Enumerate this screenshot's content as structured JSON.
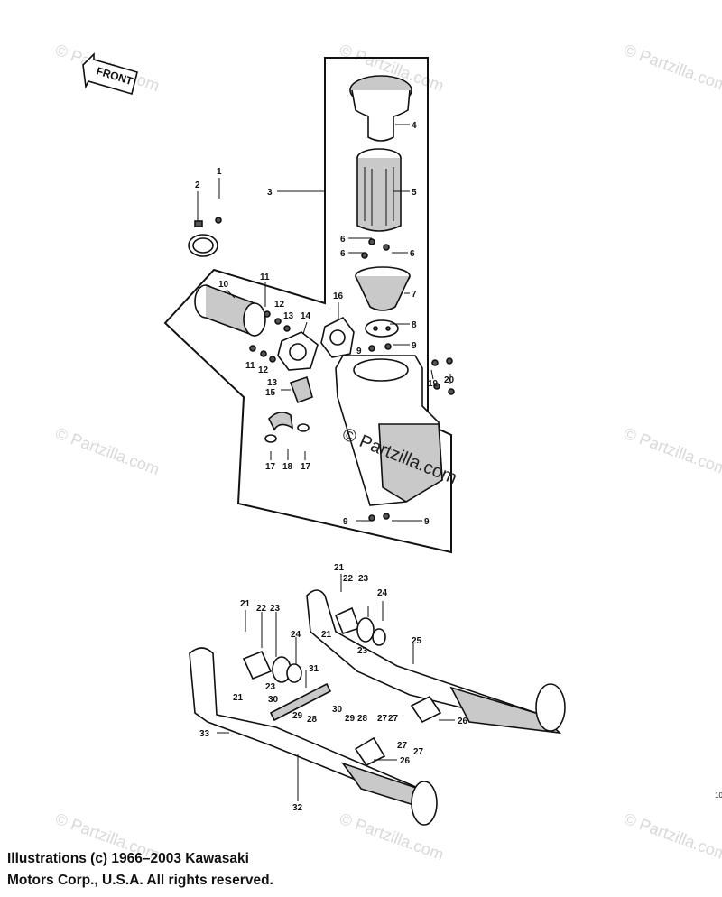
{
  "front_badge": "FRONT",
  "watermark": "© Partzilla.com",
  "watermark_main": "© Partzilla.com",
  "copyright": {
    "line1": "Illustrations (c) 1966–2003 Kawasaki",
    "line2": "Motors Corp., U.S.A.  All rights reserved."
  },
  "edge_mark": "10",
  "callouts": {
    "c1": "1",
    "c2": "2",
    "c3": "3",
    "c4": "4",
    "c5": "5",
    "c6a": "6",
    "c6b": "6",
    "c6c": "6",
    "c7": "7",
    "c8": "8",
    "c9a": "9",
    "c9b": "9",
    "c9c": "9",
    "c9d": "9",
    "c10": "10",
    "c11a": "11",
    "c11b": "11",
    "c12a": "12",
    "c12b": "12",
    "c13a": "13",
    "c13b": "13",
    "c14": "14",
    "c15": "15",
    "c16": "16",
    "c17a": "17",
    "c17b": "17",
    "c18": "18",
    "c19": "19",
    "c20": "20",
    "c21a": "21",
    "c21b": "21",
    "c21c": "21",
    "c21d": "21",
    "c22a": "22",
    "c22b": "22",
    "c23a": "23",
    "c23b": "23",
    "c23c": "23",
    "c23d": "23",
    "c24a": "24",
    "c24b": "24",
    "c25": "25",
    "c26a": "26",
    "c26b": "26",
    "c27a": "27",
    "c27b": "27",
    "c27c": "27",
    "c27d": "27",
    "c28a": "28",
    "c28b": "28",
    "c29a": "29",
    "c29b": "29",
    "c30a": "30",
    "c30b": "30",
    "c31": "31",
    "c32": "32",
    "c33": "33"
  }
}
